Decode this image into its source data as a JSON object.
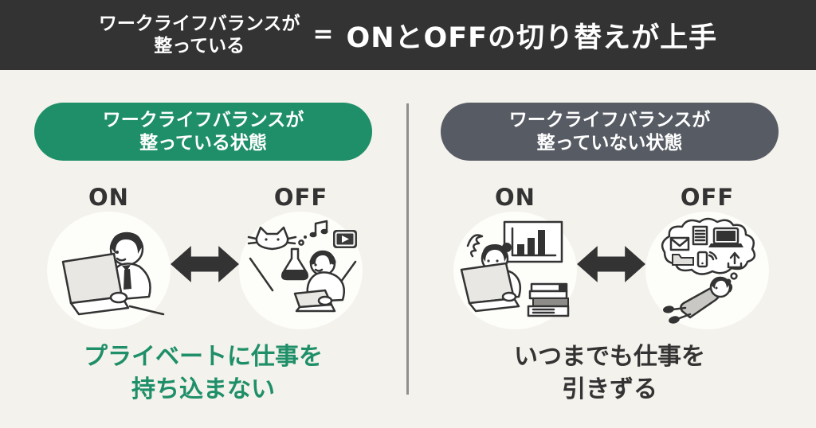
{
  "colors": {
    "banner_bg": "#333333",
    "body_bg": "#f4f2ec",
    "green_accent": "#1e8f69",
    "dark_gray_accent": "#575b64",
    "text_dark": "#333333",
    "divider_gray": "#8f8f8f",
    "circle_bg": "#fdfdfa"
  },
  "banner": {
    "left_line1": "ワークライフバランスが",
    "left_line2": "整っている",
    "equals": "=",
    "right": "ONとOFFの切り替えが上手"
  },
  "left_panel": {
    "header_line1": "ワークライフバランスが",
    "header_line2": "整っている状態",
    "on_label": "ON",
    "off_label": "OFF",
    "caption_line1": "プライベートに仕事を",
    "caption_line2": "持ち込まない"
  },
  "right_panel": {
    "header_line1": "ワークライフバランスが",
    "header_line2": "整っていない状態",
    "on_label": "ON",
    "off_label": "OFF",
    "caption_line1": "いつまでも仕事を",
    "caption_line2": "引きずる"
  },
  "icons": {
    "swap_arrow": "double-headed-arrow",
    "left_on": "man-working-at-laptop",
    "left_off": "man-relaxing-hobbies-cat-music-video-flask",
    "right_on": "stressed-woman-laptop-chart-books",
    "right_off": "man-lying-thinking-about-work"
  }
}
